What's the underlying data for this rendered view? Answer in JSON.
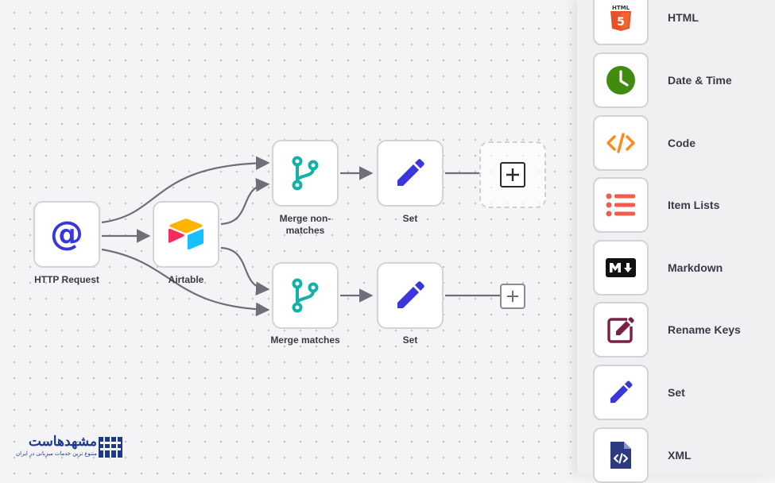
{
  "canvas": {
    "nodes": [
      {
        "id": "http",
        "label": "HTTP Request",
        "icon": "at-sign-icon",
        "color": "#3a36db"
      },
      {
        "id": "airtable",
        "label": "Airtable",
        "icon": "airtable-logo-icon"
      },
      {
        "id": "merge1",
        "label": "Merge non-\nmatches",
        "icon": "branch-merge-icon",
        "color": "#14b1a8"
      },
      {
        "id": "set1",
        "label": "Set",
        "icon": "pencil-icon",
        "color": "#3a36db"
      },
      {
        "id": "merge2",
        "label": "Merge matches",
        "icon": "branch-merge-icon",
        "color": "#14b1a8"
      },
      {
        "id": "set2",
        "label": "Set",
        "icon": "pencil-icon",
        "color": "#3a36db"
      }
    ],
    "add_buttons": [
      {
        "icon": "plus-icon",
        "style": "dashed"
      },
      {
        "icon": "plus-icon",
        "style": "solid"
      }
    ]
  },
  "panel": {
    "items": [
      {
        "label": "HTML",
        "icon": "html5-icon",
        "color": "#e4542a"
      },
      {
        "label": "Date & Time",
        "icon": "clock-icon",
        "color": "#418b11"
      },
      {
        "label": "Code",
        "icon": "code-icon",
        "color": "#ff8a1a"
      },
      {
        "label": "Item Lists",
        "icon": "list-icon",
        "color": "#f25b4d"
      },
      {
        "label": "Markdown",
        "icon": "markdown-icon",
        "color": "#111111"
      },
      {
        "label": "Rename Keys",
        "icon": "edit-icon",
        "color": "#7a2043"
      },
      {
        "label": "Set",
        "icon": "pencil-icon",
        "color": "#3a36db"
      },
      {
        "label": "XML",
        "icon": "xml-file-icon",
        "color": "#2d3a80"
      }
    ]
  },
  "brand": {
    "name": "مشهدهاست",
    "tagline": "متنوع ترین خدمات میزبانی در ایران"
  }
}
